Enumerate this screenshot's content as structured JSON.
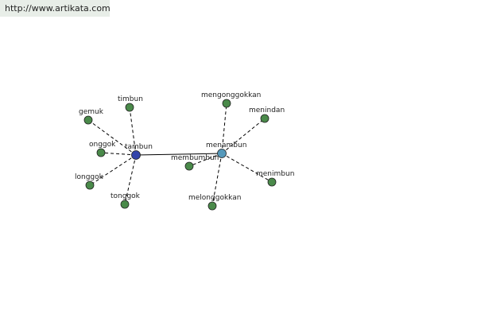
{
  "header": {
    "url": "http://www.artikata.com"
  },
  "colors": {
    "leaf": "#4a8a4a",
    "root": "#3344aa",
    "hub": "#5599bb",
    "node_stroke": "#222222"
  },
  "nodes": [
    {
      "id": "tambun",
      "label": "tambun",
      "kind": "root"
    },
    {
      "id": "menambun",
      "label": "menambun",
      "kind": "hub"
    },
    {
      "id": "timbun",
      "label": "timbun",
      "kind": "leaf"
    },
    {
      "id": "gemuk",
      "label": "gemuk",
      "kind": "leaf"
    },
    {
      "id": "onggok",
      "label": "onggok",
      "kind": "leaf"
    },
    {
      "id": "longgok",
      "label": "longgok",
      "kind": "leaf"
    },
    {
      "id": "tonggok",
      "label": "tonggok",
      "kind": "leaf"
    },
    {
      "id": "mengonggokkan",
      "label": "mengonggokkan",
      "kind": "leaf"
    },
    {
      "id": "menindan",
      "label": "menindan",
      "kind": "leaf"
    },
    {
      "id": "membumbun",
      "label": "membumbun",
      "kind": "leaf"
    },
    {
      "id": "menimbun",
      "label": "menimbun",
      "kind": "leaf"
    },
    {
      "id": "melonggokkan",
      "label": "melonggokkan",
      "kind": "leaf"
    }
  ],
  "edges": [
    {
      "from": "tambun",
      "to": "menambun",
      "style": "solid"
    },
    {
      "from": "tambun",
      "to": "timbun",
      "style": "dashed"
    },
    {
      "from": "tambun",
      "to": "gemuk",
      "style": "dashed"
    },
    {
      "from": "tambun",
      "to": "onggok",
      "style": "dashed"
    },
    {
      "from": "tambun",
      "to": "longgok",
      "style": "dashed"
    },
    {
      "from": "tambun",
      "to": "tonggok",
      "style": "dashed"
    },
    {
      "from": "menambun",
      "to": "mengonggokkan",
      "style": "dashed"
    },
    {
      "from": "menambun",
      "to": "menindan",
      "style": "dashed"
    },
    {
      "from": "menambun",
      "to": "membumbun",
      "style": "dashed"
    },
    {
      "from": "menambun",
      "to": "menimbun",
      "style": "dashed"
    },
    {
      "from": "menambun",
      "to": "melonggokkan",
      "style": "dashed"
    }
  ]
}
